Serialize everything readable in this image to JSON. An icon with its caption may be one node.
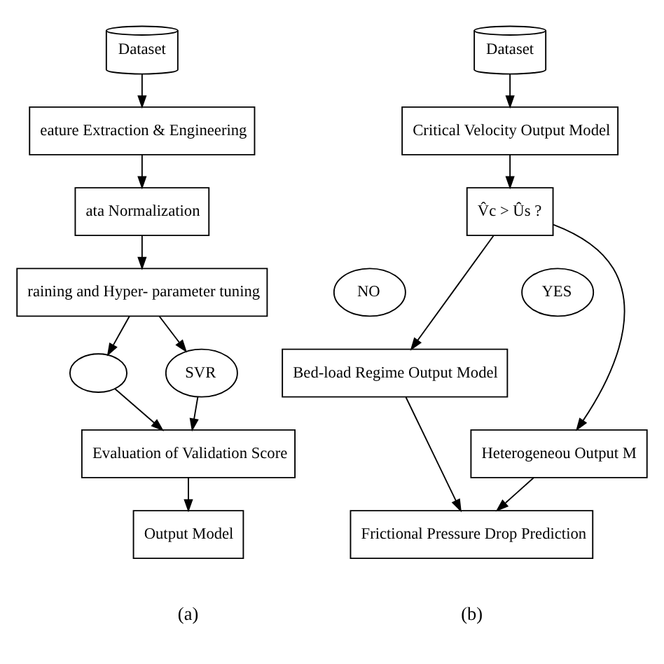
{
  "diagram": {
    "nodes": [
      {
        "text": [
          "Dataset"
        ]
      },
      {
        "text": [
          "eature Extraction & Engineering"
        ]
      },
      {
        "text": [
          "ata Normalization"
        ]
      },
      {
        "text": [
          "raining and Hyper- parameter tuning"
        ]
      },
      {
        "text": [],
        "shape": "ellipse"
      },
      {
        "text": [
          "SVR"
        ]
      },
      {
        "text": [
          "Evaluation of Validation Score"
        ]
      },
      {
        "text": [
          "Output Model"
        ]
      },
      {
        "text": [
          "Dataset"
        ]
      },
      {
        "text": [
          "Critical Velocity Output Model"
        ]
      },
      {
        "text": [
          "V̂c > Ûs ?"
        ]
      },
      {
        "text": [
          "NO"
        ]
      },
      {
        "text": [
          "YES"
        ]
      },
      {
        "text": [
          "Bed-load Regime Output Model"
        ]
      },
      {
        "text": [
          "Heterogeneou Output M"
        ]
      },
      {
        "text": [
          "Frictional Pressure Drop Prediction"
        ]
      }
    ],
    "edges": [
      {
        "from": 0,
        "to": 1,
        "arrow": "to"
      },
      {
        "from": 1,
        "to": 2,
        "arrow": "to"
      },
      {
        "from": 2,
        "to": 3,
        "arrow": "to"
      },
      {
        "from": 3,
        "to": 4,
        "arrow": "to"
      },
      {
        "from": 3,
        "to": 5,
        "arrow": "to"
      },
      {
        "from": 4,
        "to": 6,
        "arrow": "to"
      },
      {
        "from": 5,
        "to": 6,
        "arrow": "to"
      },
      {
        "from": 6,
        "to": 7,
        "arrow": "to"
      },
      {
        "from": 8,
        "to": 9,
        "arrow": "to"
      },
      {
        "from": 9,
        "to": 10,
        "arrow": "to"
      },
      {
        "from": 10,
        "to": 13,
        "arrow": "to"
      },
      {
        "from": 10,
        "to": 14,
        "arrow": "to"
      },
      {
        "from": 13,
        "to": 15,
        "arrow": "to"
      },
      {
        "from": 14,
        "to": 15,
        "arrow": "to"
      }
    ],
    "labels": [
      "(a)",
      "(b)"
    ]
  }
}
